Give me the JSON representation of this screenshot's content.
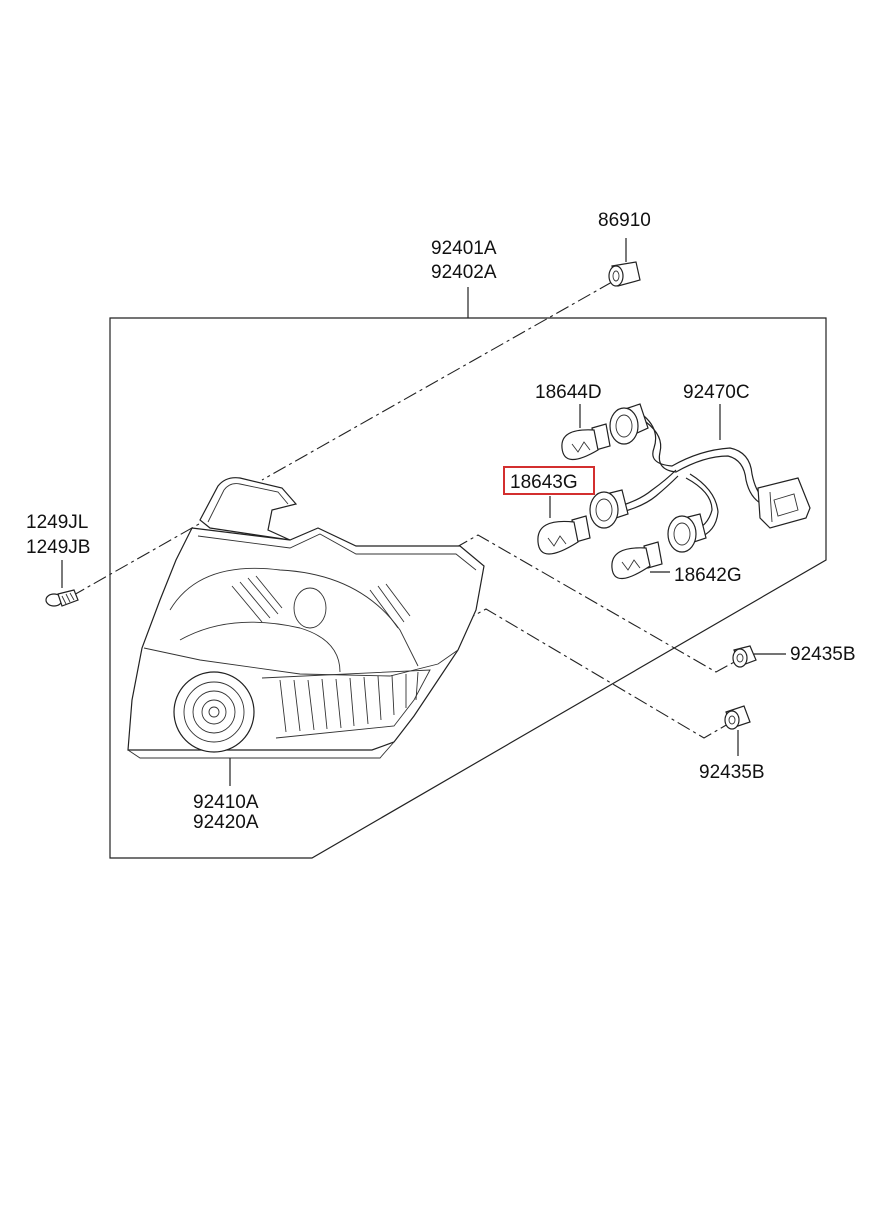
{
  "diagram": {
    "labels": {
      "p86910": "86910",
      "p92401A": "92401A",
      "p92402A": "92402A",
      "p1249JL": "1249JL",
      "p1249JB": "1249JB",
      "p18644D": "18644D",
      "p92470C": "92470C",
      "p18643G": "18643G",
      "p18642G": "18642G",
      "p92435B_upper": "92435B",
      "p92435B_lower": "92435B",
      "p92410A": "92410A",
      "p92420A": "92420A"
    },
    "highlighted_part": "18643G",
    "highlight_color": "#d32f2f"
  }
}
